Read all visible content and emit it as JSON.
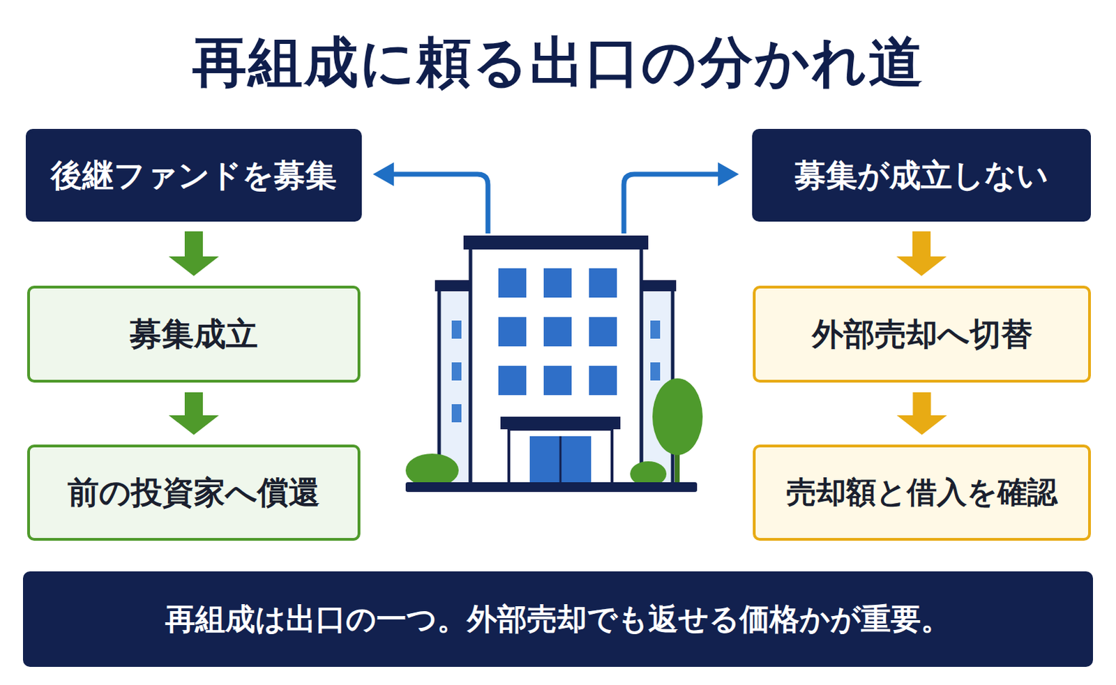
{
  "diagram": {
    "title": "再組成に頼る出口の分かれ道",
    "nodes": [
      {
        "text": [
          "後継ファンドを募集"
        ]
      },
      {
        "text": [
          "募集成立"
        ]
      },
      {
        "text": [
          "前の投資家へ償還"
        ]
      },
      {
        "text": [
          "募集が成立しない"
        ]
      },
      {
        "text": [
          "外部売却へ切替"
        ]
      },
      {
        "text": [
          "売却額と借入を確認"
        ]
      },
      {
        "text": [
          "再組成は出口の一つ。外部売却でも返せる価格かが重要。"
        ]
      }
    ],
    "edges": [
      {
        "from": 0,
        "to": 1,
        "arrow": "to"
      },
      {
        "from": 1,
        "to": 2,
        "arrow": "to"
      },
      {
        "from": 3,
        "to": 4,
        "arrow": "to"
      },
      {
        "from": 4,
        "to": 5,
        "arrow": "to"
      }
    ]
  }
}
